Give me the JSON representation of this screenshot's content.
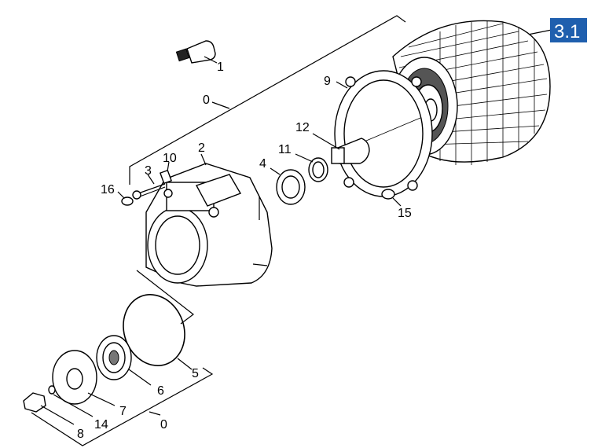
{
  "section": {
    "label": "3.1",
    "color": "#1f5fae"
  },
  "parts": {
    "p0a": "0",
    "p1": "1",
    "p2": "2",
    "p3": "3",
    "p4": "4",
    "p5": "5",
    "p6": "6",
    "p7": "7",
    "p8": "8",
    "p9": "9",
    "p10": "10",
    "p11": "11",
    "p12": "12",
    "p14": "14",
    "p15": "15",
    "p16": "16",
    "p0b": "0"
  }
}
